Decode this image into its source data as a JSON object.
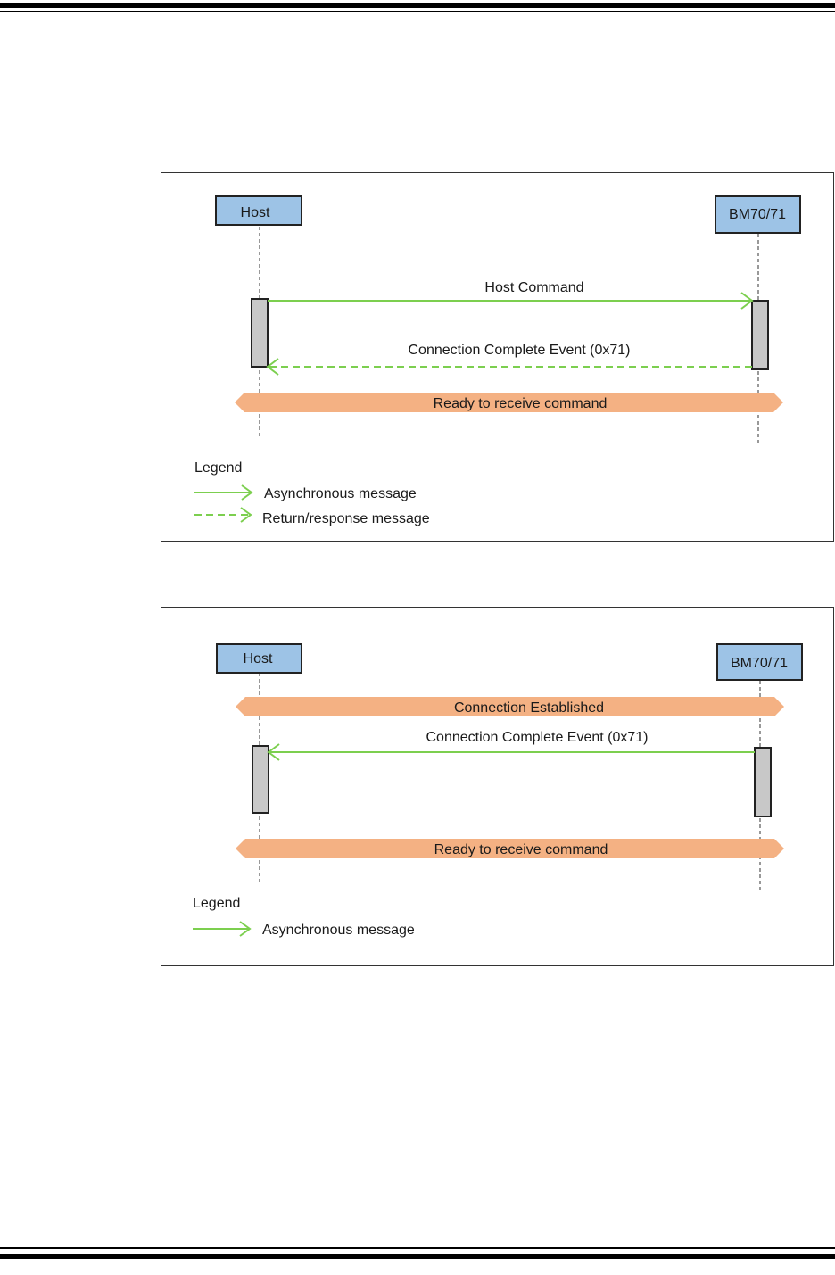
{
  "diagrams": [
    {
      "participants": {
        "left": "Host",
        "right": "BM70/71"
      },
      "messages": [
        {
          "label": "Host Command",
          "from": "left",
          "to": "right",
          "style": "solid"
        },
        {
          "label": "Connection  Complete  Event  (0x71)",
          "from": "right",
          "to": "left",
          "style": "dashed"
        }
      ],
      "bands": [
        {
          "label": "Ready to receive command"
        }
      ],
      "legend": {
        "title": "Legend",
        "items": [
          {
            "label": "Asynchronous  message",
            "style": "solid"
          },
          {
            "label": "Return/response  message",
            "style": "dashed"
          }
        ]
      }
    },
    {
      "participants": {
        "left": "Host",
        "right": "BM70/71"
      },
      "messages": [
        {
          "label": "Connection  Complete  Event  (0x71)",
          "from": "right",
          "to": "left",
          "style": "solid"
        }
      ],
      "bands": [
        {
          "label": "Connection  Established"
        },
        {
          "label": "Ready to receive command"
        }
      ],
      "legend": {
        "title": "Legend",
        "items": [
          {
            "label": "Asynchronous  message",
            "style": "solid"
          }
        ]
      }
    }
  ],
  "colors": {
    "participant_fill": "#9dc3e6",
    "activation_fill": "#c8c8c8",
    "band_fill": "#f4b183",
    "arrow_green": "#7ccf4f"
  }
}
